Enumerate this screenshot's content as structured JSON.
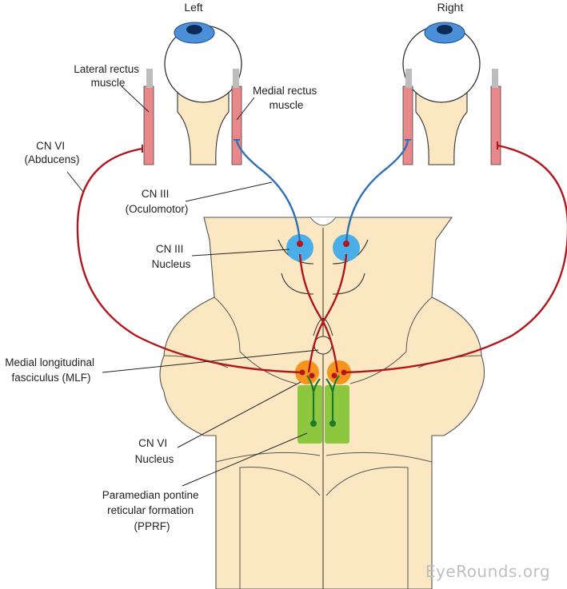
{
  "sides": {
    "left": "Left",
    "right": "Right"
  },
  "labels": {
    "lateral_rectus": [
      "Lateral rectus",
      "muscle"
    ],
    "medial_rectus": [
      "Medial rectus",
      "muscle"
    ],
    "cn6": [
      "CN VI",
      "(Abducens)"
    ],
    "cn3": [
      "CN III",
      "(Oculomotor)"
    ],
    "cn3_nucleus": [
      "CN III",
      "Nucleus"
    ],
    "mlf": [
      "Medial longitudinal",
      "fasciculus (MLF)"
    ],
    "cn6_nucleus": [
      "CN VI",
      "Nucleus"
    ],
    "pprf": [
      "Paramedian pontine",
      "reticular formation",
      "(PPRF)"
    ]
  },
  "watermark": "EyeRounds.org",
  "colors": {
    "brainstem": "#fbe8c2",
    "iris": "#4a8fd8",
    "muscle": "#e8888a",
    "cn3_nerve": "#2e6fb5",
    "cn6_nerve": "#b1161c",
    "cn6_nucleus": "#f7941d",
    "pprf": "#8dc63f",
    "pprf_path": "#1d7a2b"
  }
}
